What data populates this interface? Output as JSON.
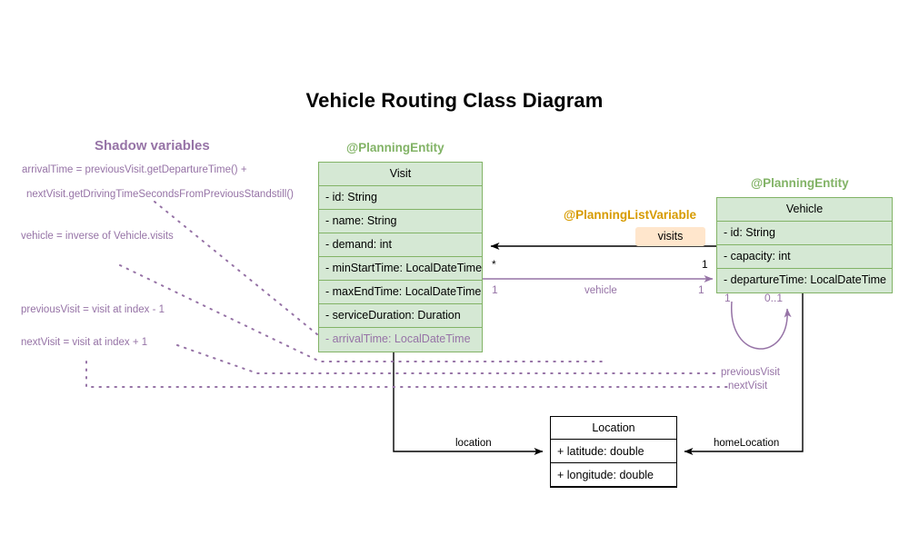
{
  "diagram": {
    "title": "Vehicle Routing Class Diagram",
    "type": "uml-class-diagram"
  },
  "colors": {
    "entity_fill": "#d5e8d4",
    "entity_stroke": "#82b366",
    "stereotype": "#82b366",
    "shadow_purple": "#9673a6",
    "list_variable_orange": "#d79b00",
    "badge_fill": "#ffe6cc",
    "plain_stroke": "#000000"
  },
  "classes": {
    "visit": {
      "stereotype": "@PlanningEntity",
      "name": "Visit",
      "attributes": [
        {
          "text": "- id: String",
          "shadow": false
        },
        {
          "text": "- name: String",
          "shadow": false
        },
        {
          "text": "- demand: int",
          "shadow": false
        },
        {
          "text": "- minStartTime: LocalDateTime",
          "shadow": false
        },
        {
          "text": "- maxEndTime: LocalDateTime",
          "shadow": false
        },
        {
          "text": "- serviceDuration: Duration",
          "shadow": false
        },
        {
          "text": "- arrivalTime: LocalDateTime",
          "shadow": true
        }
      ]
    },
    "vehicle": {
      "stereotype": "@PlanningEntity",
      "name": "Vehicle",
      "attributes": [
        {
          "text": "- id: String",
          "shadow": false
        },
        {
          "text": "- capacity: int",
          "shadow": false
        },
        {
          "text": "- departureTime: LocalDateTime",
          "shadow": false
        }
      ]
    },
    "location": {
      "name": "Location",
      "attributes": [
        {
          "text": "+ latitude: double",
          "shadow": false
        },
        {
          "text": "+ longitude: double",
          "shadow": false
        }
      ]
    }
  },
  "annotations": {
    "planning_list_variable": "@PlanningListVariable",
    "visits_badge": "visits"
  },
  "shadow_panel": {
    "title": "Shadow variables",
    "lines": [
      "arrivalTime = previousVisit.getDepartureTime() +",
      "nextVisit.getDrivingTimeSecondsFromPreviousStandstill()",
      "vehicle = inverse of Vehicle.visits",
      "previousVisit = visit at index - 1",
      "nextVisit = visit at index + 1"
    ]
  },
  "edges": {
    "visits": {
      "label": "visits",
      "source_multiplicity": "1",
      "target_multiplicity": "*",
      "style": "solid-black"
    },
    "vehicle": {
      "label": "vehicle",
      "source_multiplicity": "1",
      "target_multiplicity": "1",
      "style": "solid-purple"
    },
    "self_loop": {
      "source_multiplicity": "1",
      "target_multiplicity": "0..1",
      "style": "solid-purple-curve"
    },
    "previous_visit": {
      "label": "previousVisit",
      "style": "dotted-purple"
    },
    "next_visit": {
      "label": "nextVisit",
      "style": "dotted-purple"
    },
    "location": {
      "label": "location",
      "style": "solid-black"
    },
    "home_location": {
      "label": "homeLocation",
      "style": "solid-black"
    }
  }
}
